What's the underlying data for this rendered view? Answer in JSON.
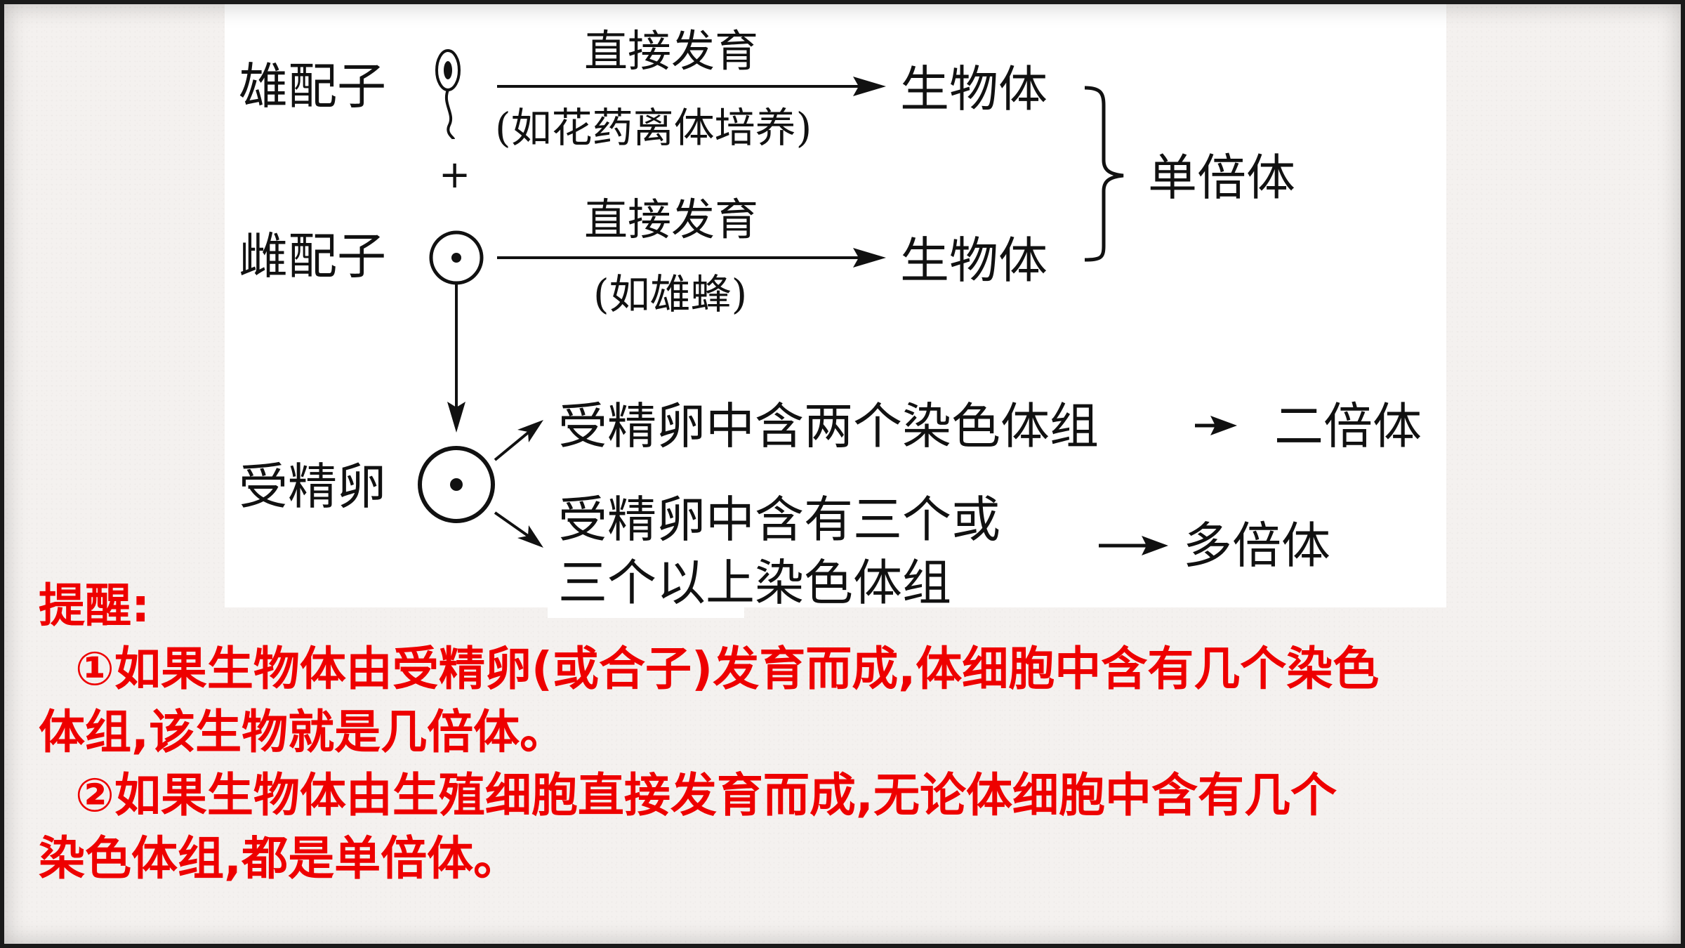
{
  "diagram": {
    "male_gamete": "雄配子",
    "female_gamete": "雌配子",
    "plus": "+",
    "direct_dev_1": "直接发育",
    "example_1": "(如花药离体培养)",
    "direct_dev_2": "直接发育",
    "example_2": "(如雄蜂)",
    "organism_1": "生物体",
    "organism_2": "生物体",
    "haploid": "单倍体",
    "zygote": "受精卵",
    "two_sets": "受精卵中含两个染色体组",
    "diploid": "二倍体",
    "three_sets_line1": "受精卵中含有三个或",
    "three_sets_line2": "三个以上染色体组",
    "polyploid": "多倍体"
  },
  "notes": {
    "title": "提醒:",
    "p1_line1": "①如果生物体由受精卵(或合子)发育而成,体细胞中含有几个染色",
    "p1_line2": "体组,该生物就是几倍体。",
    "p2_line1": "②如果生物体由生殖细胞直接发育而成,无论体细胞中含有几个",
    "p2_line2": "染色体组,都是单倍体。"
  },
  "colors": {
    "note_text": "#ee0000",
    "diagram_text": "#111111",
    "background": "#f4f1ef"
  }
}
